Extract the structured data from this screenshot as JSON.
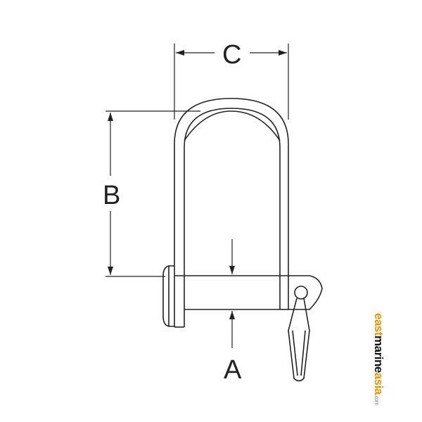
{
  "dimensions": {
    "a": "A",
    "b": "B",
    "c": "C"
  },
  "logo": {
    "part1": "east",
    "part2": "marine",
    "part3": "asia",
    "suffix": ".com"
  },
  "colors": {
    "line": "#222222",
    "logo_orange": "#f39200",
    "logo_black": "#111111"
  }
}
